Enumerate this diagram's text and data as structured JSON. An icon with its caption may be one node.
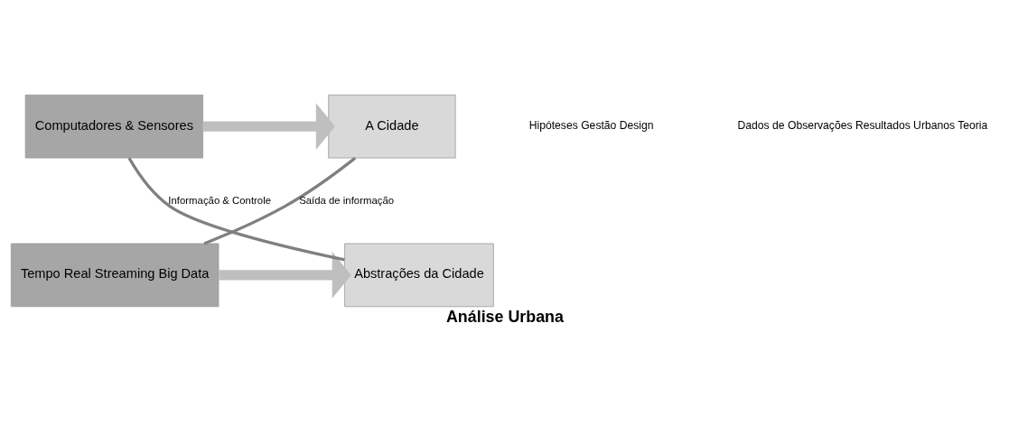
{
  "diagram": {
    "title": "Análise Urbana",
    "nodes": [
      {
        "text": [
          "A Cidade"
        ]
      },
      {
        "text": [
          "Computadores & Sensores"
        ]
      },
      {
        "text": [
          "Tempo Real Streaming Big Data"
        ]
      },
      {
        "text": [
          "Abstrações da Cidade"
        ]
      }
    ],
    "edges": [
      {
        "from": 1,
        "to": 0,
        "arrow": "to",
        "style": "thick",
        "color": "#bfbfbf"
      },
      {
        "from": 0,
        "to": 2,
        "arrow": "none",
        "label": "Saída de informação"
      },
      {
        "from": 2,
        "to": 3,
        "arrow": "to",
        "style": "thick",
        "color": "#bfbfbf"
      },
      {
        "from": 3,
        "to": 1,
        "arrow": "none",
        "label": "Informação & Controle"
      }
    ],
    "labels": [
      "Hipóteses Gestão Design",
      "Dados de Observações Resultados Urbanos Teoria"
    ]
  }
}
